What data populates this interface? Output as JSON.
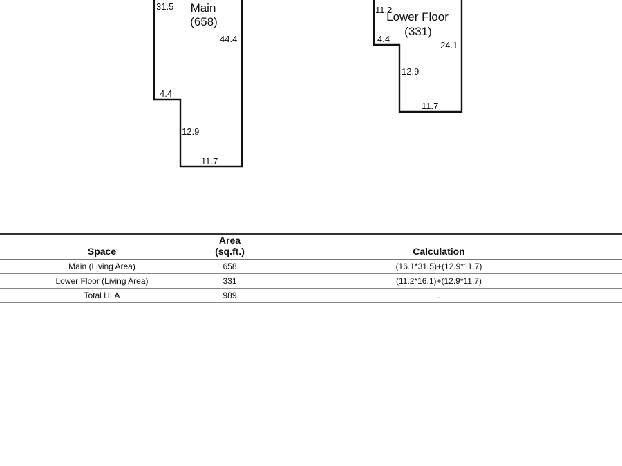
{
  "plans": [
    {
      "label": "Main",
      "area": "(658)",
      "dims": [
        "31.5",
        "44.4",
        "4.4",
        "12.9",
        "11.7"
      ]
    },
    {
      "label": "Lower Floor",
      "area": "(331)",
      "dims": [
        "11.2",
        "24.1",
        "4.4",
        "12.9",
        "11.7"
      ]
    }
  ],
  "table": {
    "headers": [
      "Space",
      "Area (sq.ft.)",
      "Calculation"
    ],
    "rows": [
      [
        "Main (Living Area)",
        "658",
        "(16.1*31.5)+(12.9*11.7)"
      ],
      [
        "Lower Floor (Living Area)",
        "331",
        "(11.2*16.1)+(12.9*11.7)"
      ],
      [
        "Total HLA",
        "989",
        "."
      ]
    ]
  }
}
